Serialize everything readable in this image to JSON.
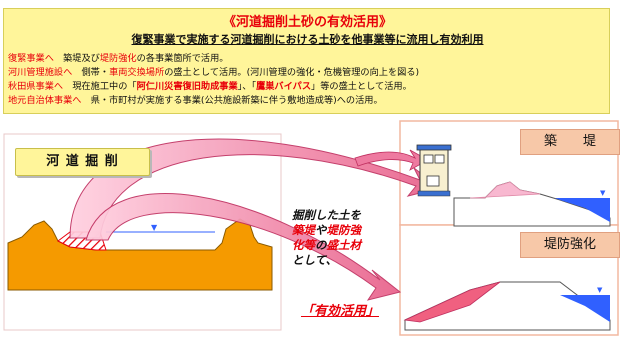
{
  "banner": {
    "title": "《河道掘削土砂の有効活用》",
    "subtitle": "復緊事業で実施する河道掘削における土砂を他事業等に流用し有効利用",
    "rows": [
      {
        "label": "復緊事業へ",
        "gap": "　",
        "pre": "築堤及び",
        "hl": "堤防強化",
        "post": "の各事業箇所で活用。"
      },
      {
        "label": "河川管理施設へ",
        "gap": "　",
        "pre": "側帯・",
        "hl": "車両交換場所",
        "post": "の盛土として活用。(河川管理の強化・危機管理の向上を図る)"
      },
      {
        "label": "秋田県事業へ",
        "gap": "　",
        "pre": "現在施工中の「",
        "hl1": "阿仁川災害復旧助成事業",
        "mid": "」、「",
        "hl2": "鷹巣バイパス",
        "post": "」等の盛土として活用。"
      },
      {
        "label": "地元自治体事業へ",
        "gap": "　",
        "pre": "県・市町村が実施する事業(公共施設新築に伴う敷地造成等)への活用。"
      }
    ]
  },
  "left_label": "河 道 掘 削",
  "right_labels": {
    "chikutei": "築　　堤",
    "kyoka": "堤防強化"
  },
  "middle": {
    "line1": "掘削した土を",
    "line2a": "築堤",
    "line2b": "や",
    "line2c": "堤防強",
    "line3a": "化等",
    "line3b": "の",
    "line3c": "盛土材",
    "line4": "として、",
    "yuko": "「有効活用」"
  },
  "colors": {
    "banner_bg": "#fff59a",
    "accent_red": "#e8000a",
    "orange_fill": "#f59a00",
    "water_blue": "#3060ff",
    "embankment_pink": "#f8b8d0",
    "label_peach": "#f7c8a8"
  }
}
